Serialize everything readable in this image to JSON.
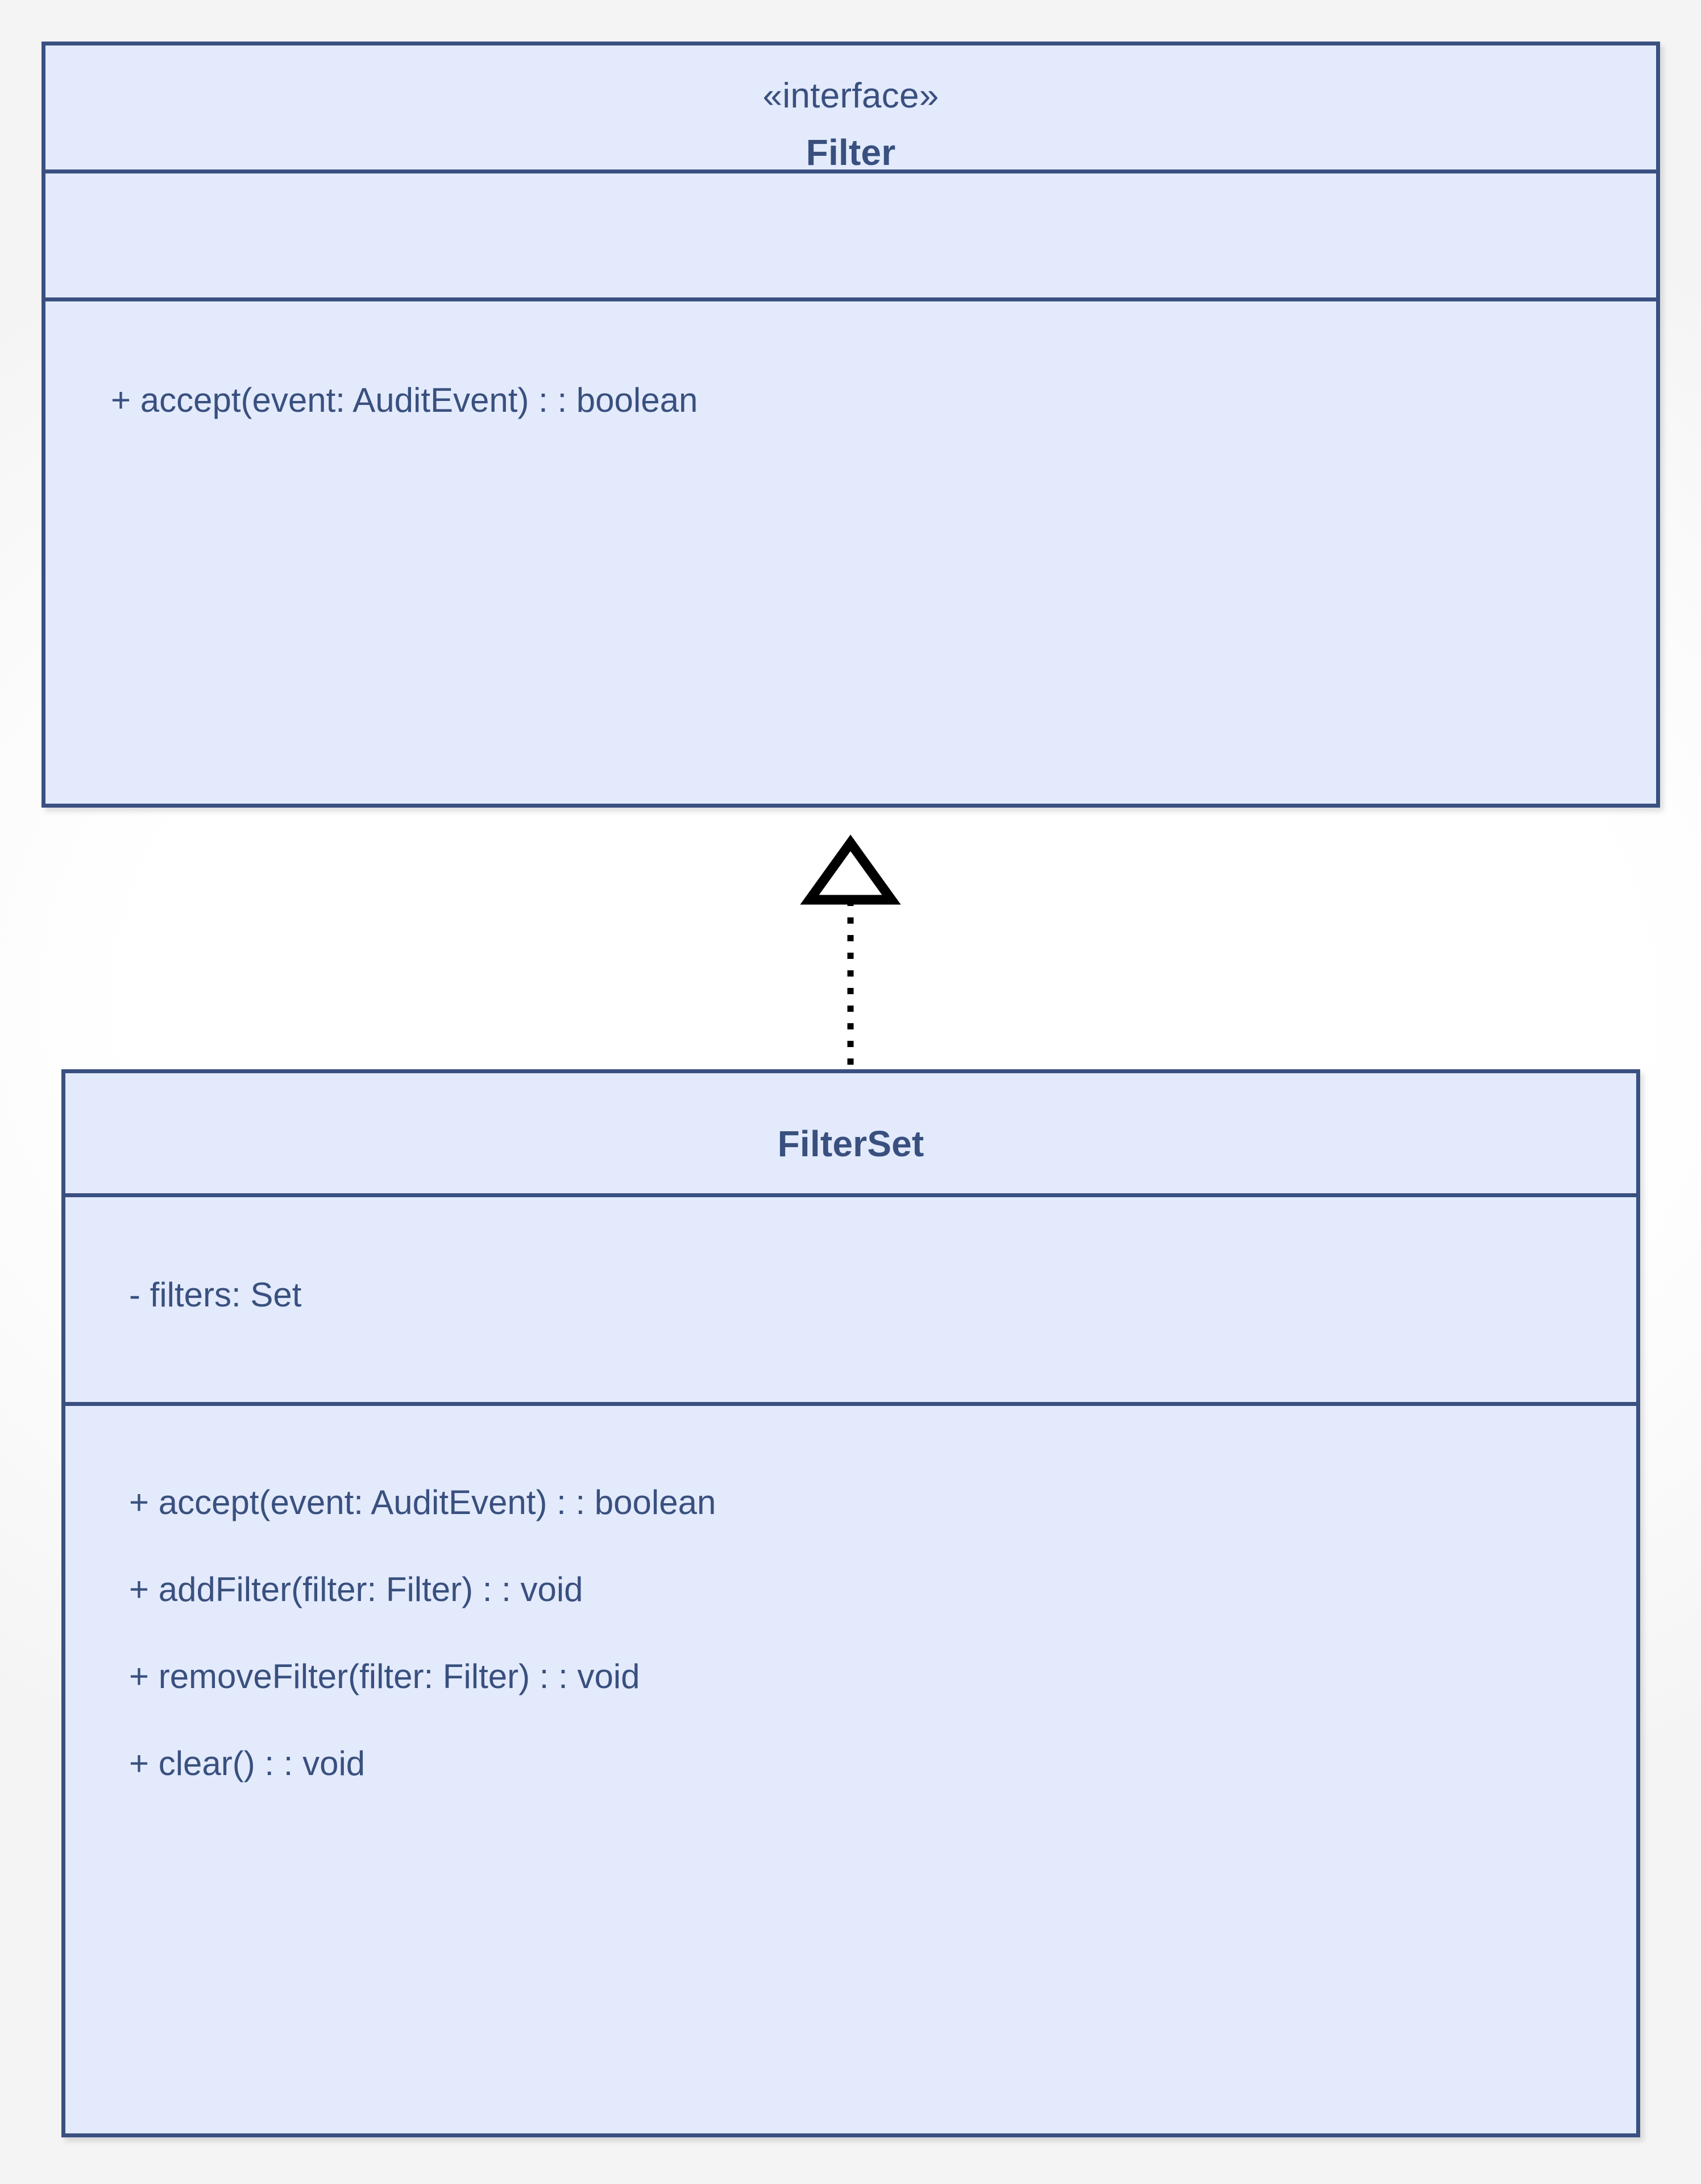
{
  "diagram": {
    "type": "uml-class-diagram",
    "colors": {
      "box_fill": "#e3eafb",
      "box_border": "#3a5081",
      "text": "#39507f",
      "connector": "#000000",
      "background": "#ffffff"
    },
    "classes": [
      {
        "id": "filter",
        "stereotype": "«interface»",
        "name": "Filter",
        "attributes": [],
        "operations": [
          "+ accept(event: AuditEvent) : : boolean"
        ]
      },
      {
        "id": "filterset",
        "stereotype": "",
        "name": "FilterSet",
        "attributes": [
          "- filters: Set"
        ],
        "operations": [
          "+ accept(event: AuditEvent) : : boolean",
          "+ addFilter(filter: Filter) : : void",
          "+ removeFilter(filter: Filter) : : void",
          "+ clear() : : void"
        ]
      }
    ],
    "relationships": [
      {
        "kind": "realization",
        "from": "FilterSet",
        "to": "Filter",
        "line_style": "dotted",
        "arrowhead": "hollow-triangle"
      }
    ]
  }
}
